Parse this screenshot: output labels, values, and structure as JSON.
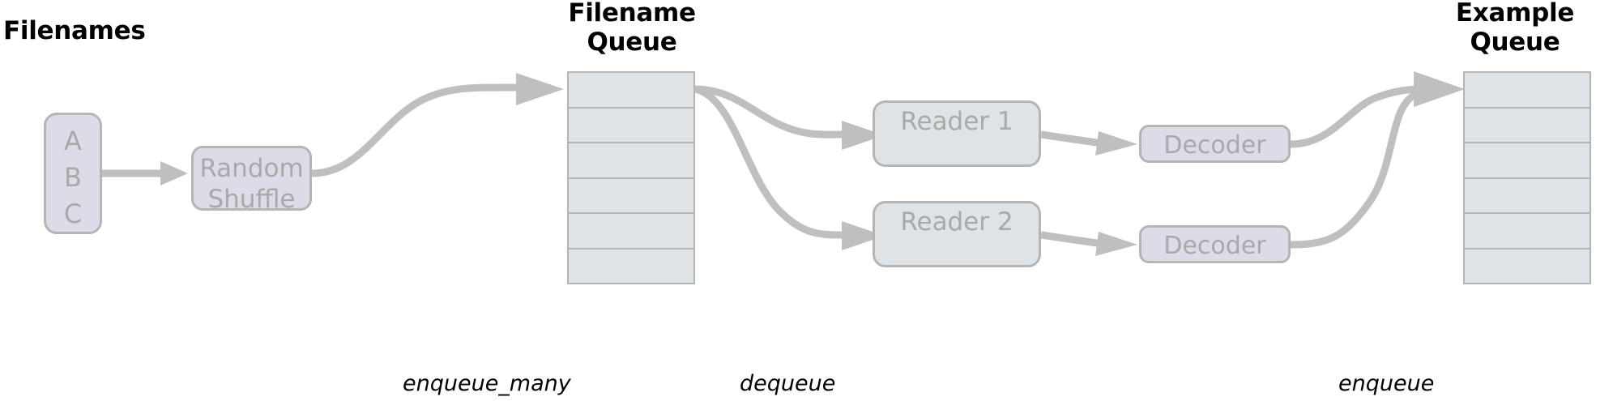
{
  "diagram": {
    "type": "dataflow-pipeline",
    "background": "#ffffff",
    "colors": {
      "node_lavender_fill": "#dcdce8",
      "node_blue_fill": "#dde3e6",
      "node_border": "#b5b5b5",
      "node_text": "#a9a9a9",
      "arrow": "#bfbfbf",
      "title_text": "#000000"
    }
  },
  "titles": {
    "filenames": "Filenames",
    "filename_queue": "Filename\nQueue",
    "example_queue": "Example\nQueue"
  },
  "nodes": {
    "abc": "A\nB\nC",
    "random_shuffle": "Random\nShuffle",
    "reader_1": "Reader 1",
    "reader_2": "Reader 2",
    "decoder_1": "Decoder",
    "decoder_2": "Decoder"
  },
  "queues": {
    "filename_queue": {
      "name": "Filename Queue",
      "cells": 6
    },
    "example_queue": {
      "name": "Example Queue",
      "cells": 6
    }
  },
  "operation_labels": {
    "enqueue_many": "enqueue_many",
    "dequeue": "dequeue",
    "enqueue": "enqueue"
  }
}
